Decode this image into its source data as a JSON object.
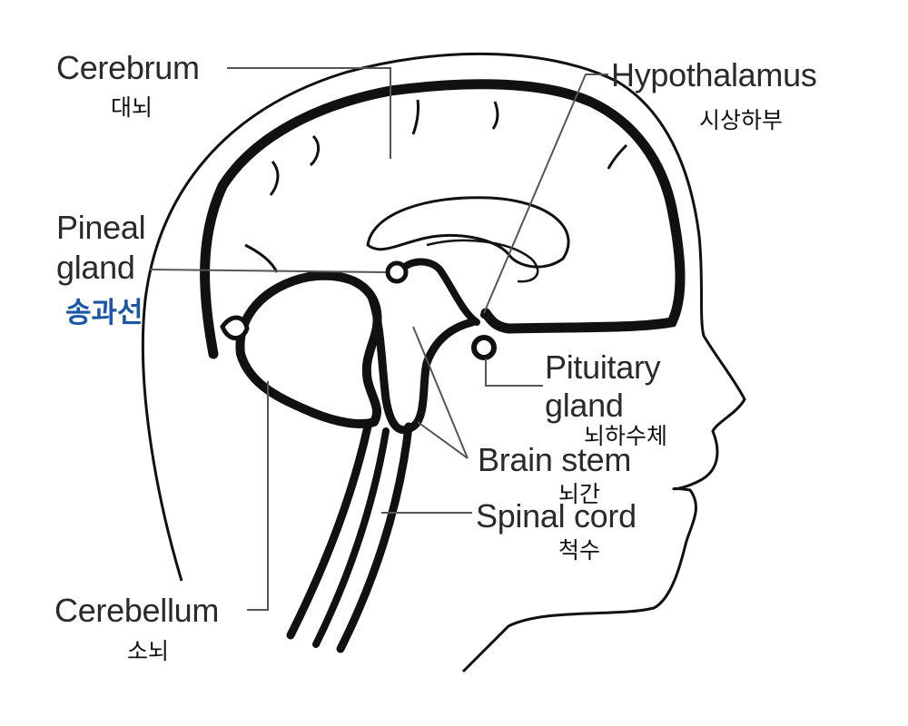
{
  "labels": {
    "cerebrum": {
      "en": "Cerebrum",
      "ko": "대뇌"
    },
    "hypothalamus": {
      "en": "Hypothalamus",
      "ko": "시상하부"
    },
    "pineal": {
      "en_line1": "Pineal",
      "en_line2": "gland",
      "ko": "송과선"
    },
    "pituitary": {
      "en_line1": "Pituitary",
      "en_line2": "gland",
      "ko": "뇌하수체"
    },
    "brain_stem": {
      "en": "Brain stem",
      "ko": "뇌간"
    },
    "spinal_cord": {
      "en": "Spinal cord",
      "ko": "척수"
    },
    "cerebellum": {
      "en": "Cerebellum",
      "ko": "소뇌"
    }
  },
  "colors": {
    "line": "#111111",
    "label": "#2a2a2a",
    "highlight": "#1a57a8",
    "background": "#ffffff"
  }
}
